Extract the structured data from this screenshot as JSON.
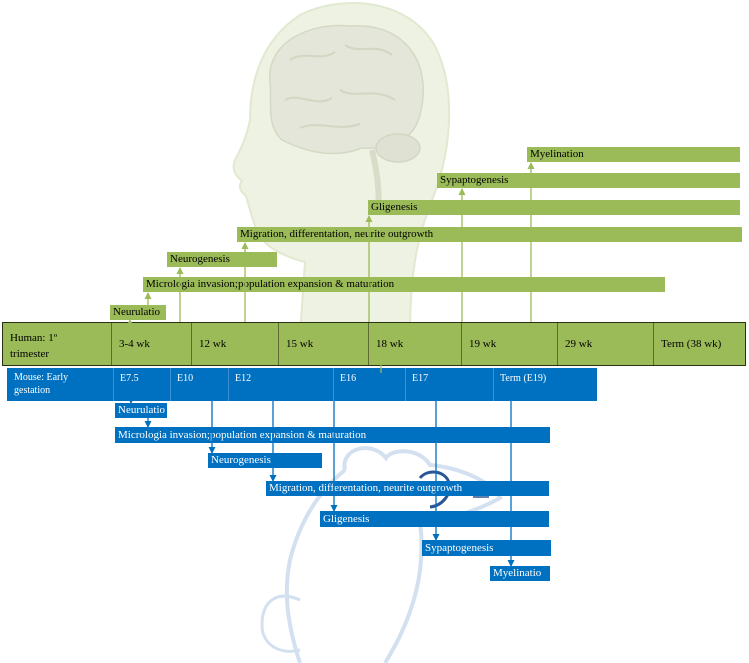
{
  "colors": {
    "human": "#9bbb59",
    "mouse": "#0070c0",
    "human_text": "#000000",
    "mouse_text": "#ffffff"
  },
  "icons": {
    "background_top": "human-head-silhouette",
    "background_brain": "brain-illustration",
    "background_bottom": "mouse-silhouette",
    "connector": "arrow-icon"
  },
  "human_processes": [
    {
      "label": "Myelination"
    },
    {
      "label": "Sypaptogenesis"
    },
    {
      "label": "Gligenesis"
    },
    {
      "label": "Migration, differentation, neurite outgrowth"
    },
    {
      "label": "Neurogenesis"
    },
    {
      "label": "Micrologia invasion;population expansion & maturation"
    },
    {
      "label": "Neurulatio"
    }
  ],
  "human_timeline": {
    "label_line1": "Human: 1º",
    "label_line2": "trimester",
    "stages": [
      "3-4 wk",
      "12 wk",
      "15 wk",
      "18 wk",
      "19 wk",
      "29 wk",
      "Term (38 wk)"
    ]
  },
  "mouse_timeline": {
    "label_line1": "Mouse: Early",
    "label_line2": "gestation",
    "stages": [
      "E7.5",
      "E10",
      "E12",
      "E16",
      "E17",
      "Term (E19)"
    ]
  },
  "mouse_processes": [
    {
      "label": "Neurulatio"
    },
    {
      "label": "Micrologia invasion;population expansion & maturation"
    },
    {
      "label": "Neurogenesis"
    },
    {
      "label": "Migration, differentation, neurite outgrowth"
    },
    {
      "label": "Gligenesis"
    },
    {
      "label": "Sypaptogenesis"
    },
    {
      "label": "Myelinatio"
    }
  ]
}
